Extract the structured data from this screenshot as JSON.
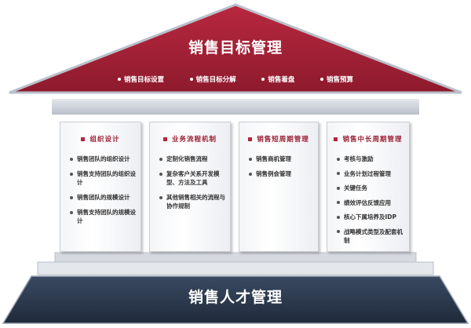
{
  "roof": {
    "title": "销售目标管理",
    "items": [
      "销售目标设置",
      "销售目标分解",
      "销售着盘",
      "销售预算"
    ]
  },
  "pillars": [
    {
      "title": "组织设计",
      "items": [
        "销售团队的组织设计",
        "销售支持团队的组织设计",
        "销售团队的规模设计",
        "销售支持团队的规模设计"
      ]
    },
    {
      "title": "业务流程机制",
      "items": [
        "定制化销售流程",
        "复杂客户关系开发模型、方法及工具",
        "其他销售相关的流程与协作规制"
      ]
    },
    {
      "title": "销售短周期管理",
      "items": [
        "销售商机管理",
        "销售例会管理"
      ]
    },
    {
      "title": "销售中长周期管理",
      "items": [
        "考核与激励",
        "业务计划过程管理",
        "关键任务",
        "绩效评估反馈应用",
        "核心下属培养及IDP",
        "战略模式类型及配套机制"
      ]
    }
  ],
  "base": {
    "title": "销售人才管理"
  },
  "colors": {
    "roof": "#a32036",
    "base": "#2c3a4e",
    "accent": "#b5243b"
  }
}
